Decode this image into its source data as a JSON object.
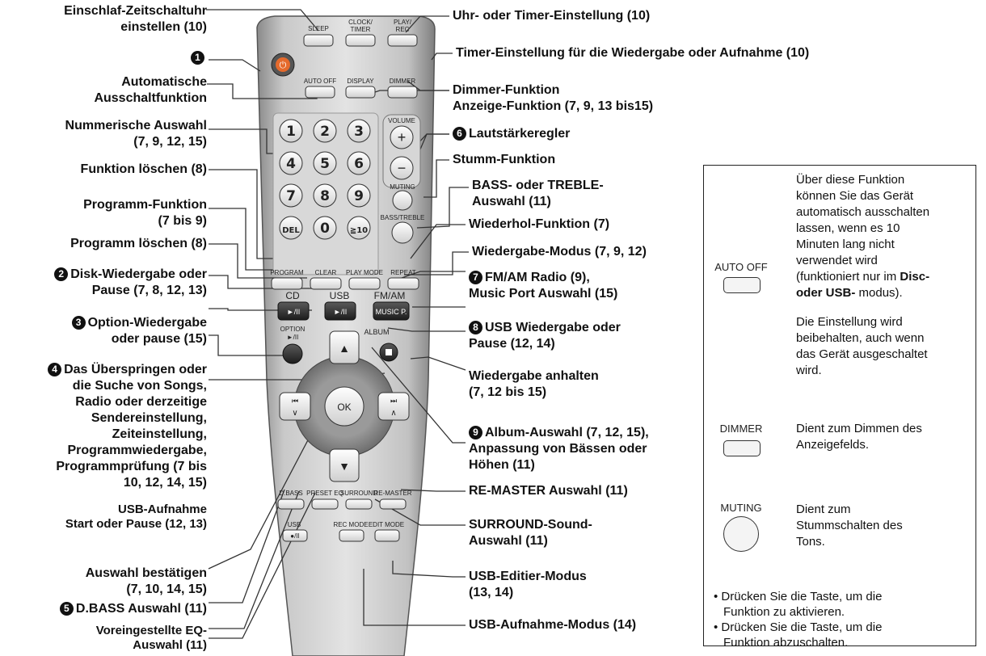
{
  "callouts": {
    "sleep": "Einschlaf-Zeitschaltuhr\neinstellen (10)",
    "power_num": "1",
    "auto_off": "Automatische\nAusschaltfunktion",
    "numeric": "Nummerische Auswahl\n(7, 9, 12, 15)",
    "delete_func": "Funktion löschen (8)",
    "program_func": "Programm-Funktion\n(7 bis 9)",
    "program_clear": "Programm löschen (8)",
    "disc_num": "2",
    "disc_play": "Disk-Wiedergabe oder\nPause (7, 8, 12, 13)",
    "option_num": "3",
    "option_play": "Option-Wiedergabe\noder pause (15)",
    "skip_num": "4",
    "skip_search": "Das Überspringen oder\ndie Suche von Songs,\nRadio oder derzeitige\nSendereinstellung,\nZeiteinstellung,\nProgrammwiedergabe,\nProgrammprüfung (7 bis\n10, 12, 14, 15)",
    "confirm": "Auswahl bestätigen\n(7, 10, 14, 15)",
    "dbass_num": "5",
    "dbass": "D.BASS Auswahl (11)",
    "usb_rec": "USB-Aufnahme\nStart oder Pause (12, 13)",
    "preset_eq": "Voreingestellte EQ-\nAuswahl (11)",
    "clock": "Uhr- oder Timer-Einstellung (10)",
    "timer_play": "Timer-Einstellung für die Wiedergabe oder Aufnahme (10)",
    "dimmer_display": "Dimmer-Funktion\nAnzeige-Funktion (7, 9, 13 bis15)",
    "volume_num": "6",
    "volume": "Lautstärkeregler",
    "muting": "Stumm-Funktion",
    "bass_treble": "BASS- oder TREBLE-\nAuswahl (11)",
    "repeat": "Wiederhol-Funktion (7)",
    "play_mode": "Wiedergabe-Modus (7, 9, 12)",
    "fmam_num": "7",
    "fmam": "FM/AM Radio (9),\nMusic Port Auswahl (15)",
    "usb_play_num": "8",
    "usb_play": "USB Wiedergabe oder\nPause (12, 14)",
    "stop": "Wiedergabe anhalten\n(7, 12 bis 15)",
    "album_num": "9",
    "album": "Album-Auswahl (7, 12, 15),\nAnpassung von Bässen oder\nHöhen (11)",
    "remaster": "RE-MASTER Auswahl (11)",
    "surround": "SURROUND-Sound-\nAuswahl (11)",
    "usb_edit": "USB-Editier-Modus\n(13, 14)",
    "usb_rec_mode": "USB-Aufnahme-Modus (14)"
  },
  "remote": {
    "sleep": "SLEEP",
    "clock_timer": "CLOCK/\nTIMER",
    "play_rec": "PLAY/\nREC",
    "auto_off": "AUTO OFF",
    "display": "DISPLAY",
    "dimmer": "DIMMER",
    "volume": "VOLUME",
    "digits": [
      "1",
      "2",
      "3",
      "4",
      "5",
      "6",
      "7",
      "8",
      "9",
      "DEL",
      "0",
      "≧10"
    ],
    "muting": "MUTING",
    "bass_treble": "BASS/TREBLE",
    "program": "PROGRAM",
    "clear": "CLEAR",
    "play_mode": "PLAY MODE",
    "repeat": "REPEAT",
    "cd": "CD",
    "usb": "USB",
    "fmam": "FM/AM",
    "music_p": "MUSIC P.",
    "play_pause": "►/II",
    "option": "OPTION",
    "album": "ALBUM",
    "ok": "OK",
    "dbass": "D.BASS",
    "preset_eq": "PRESET EQ",
    "surround": "SURROUND",
    "remaster": "RE-MASTER",
    "usb_rec": "USB",
    "rec_pause": "●/II",
    "rec_mode": "REC MODE",
    "edit_mode": "EDIT MODE"
  },
  "info": {
    "auto_off_key": "AUTO OFF",
    "auto_off_text_1": "Über diese Funktion\nkönnen Sie das Gerät\nautomatisch ausschalten\nlassen, wenn es 10\nMinuten lang nicht\nverwendet wird\n(funktioniert nur im ",
    "auto_off_bold": "Disc-\noder USB-",
    "auto_off_text_2": " modus).",
    "auto_off_keep": "Die Einstellung wird\nbeibehalten, auch wenn\ndas Gerät ausgeschaltet\nwird.",
    "dimmer_key": "DIMMER",
    "dimmer_text": "Dient zum Dimmen des\nAnzeigefelds.",
    "muting_key": "MUTING",
    "muting_text": "Dient zum\nStummschalten des\nTons.",
    "bullet_1": "• Drücken Sie die Taste, um die\nFunktion zu aktivieren.",
    "bullet_2": "• Drücken Sie die Taste, um die\nFunktion abzuschalten."
  }
}
